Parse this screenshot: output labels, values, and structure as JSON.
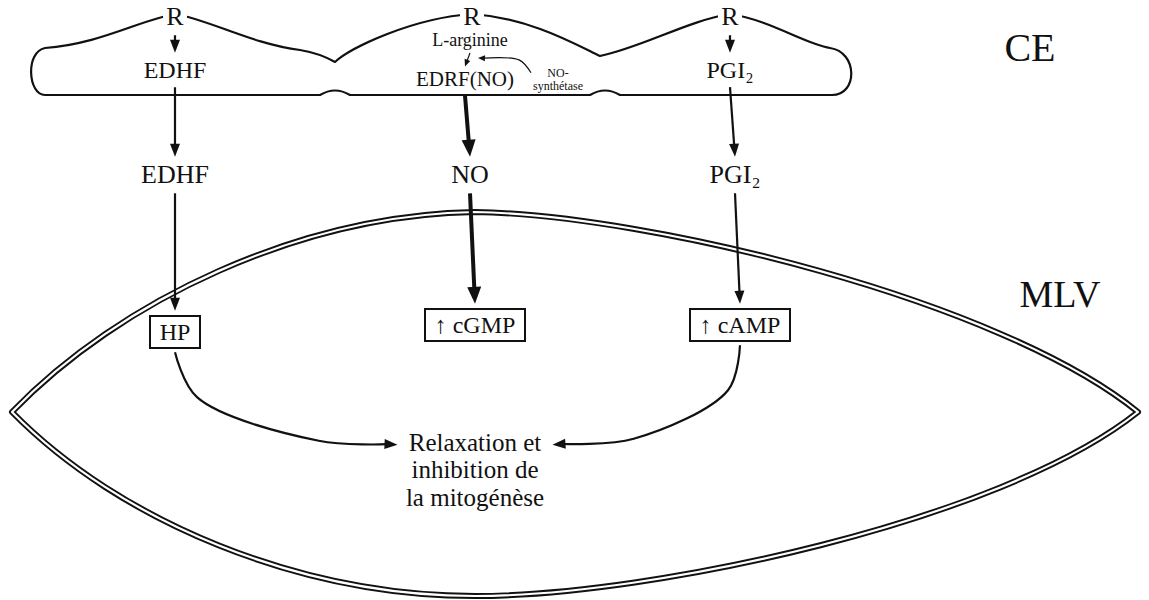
{
  "diagram": {
    "nodes": [
      {
        "text": [
          "CE"
        ]
      },
      {
        "text": [
          "R"
        ],
        "in": 0
      },
      {
        "text": [
          "R"
        ],
        "in": 0
      },
      {
        "text": [
          "R"
        ],
        "in": 0
      },
      {
        "text": [
          "EDHF"
        ],
        "in": 0
      },
      {
        "text": [
          "L-arginine"
        ],
        "in": 0
      },
      {
        "text": [
          "EDRF(NO)"
        ],
        "in": 0
      },
      {
        "text": [
          "NO-synthétase"
        ],
        "in": 0
      },
      {
        "text": [
          "PGI₂"
        ],
        "in": 0
      },
      {
        "text": [
          "EDHF"
        ]
      },
      {
        "text": [
          "NO"
        ]
      },
      {
        "text": [
          "PGI₂"
        ]
      },
      {
        "text": [
          "MLV"
        ]
      },
      {
        "text": [
          "HP"
        ],
        "in": 12
      },
      {
        "text": [
          "↑ cGMP"
        ],
        "in": 12
      },
      {
        "text": [
          "↑ cAMP"
        ],
        "in": 12
      },
      {
        "text": [
          "Relaxation et inhibition de la mitogénèse"
        ],
        "in": 12
      }
    ],
    "edges": [
      {
        "from": 1,
        "to": 4,
        "arrow": "to"
      },
      {
        "from": 4,
        "to": 9,
        "arrow": "to"
      },
      {
        "from": 9,
        "to": 13,
        "arrow": "to"
      },
      {
        "from": 13,
        "to": 16,
        "arrow": "to"
      },
      {
        "from": 5,
        "to": 6,
        "arrow": "to"
      },
      {
        "from": 7,
        "to": 5,
        "arrow": "to"
      },
      {
        "from": 6,
        "to": 10,
        "arrow": "to"
      },
      {
        "from": 10,
        "to": 14,
        "arrow": "to"
      },
      {
        "from": 3,
        "to": 8,
        "arrow": "to"
      },
      {
        "from": 8,
        "to": 11,
        "arrow": "to"
      },
      {
        "from": 11,
        "to": 15,
        "arrow": "to"
      },
      {
        "from": 15,
        "to": 16,
        "arrow": "to"
      }
    ]
  }
}
